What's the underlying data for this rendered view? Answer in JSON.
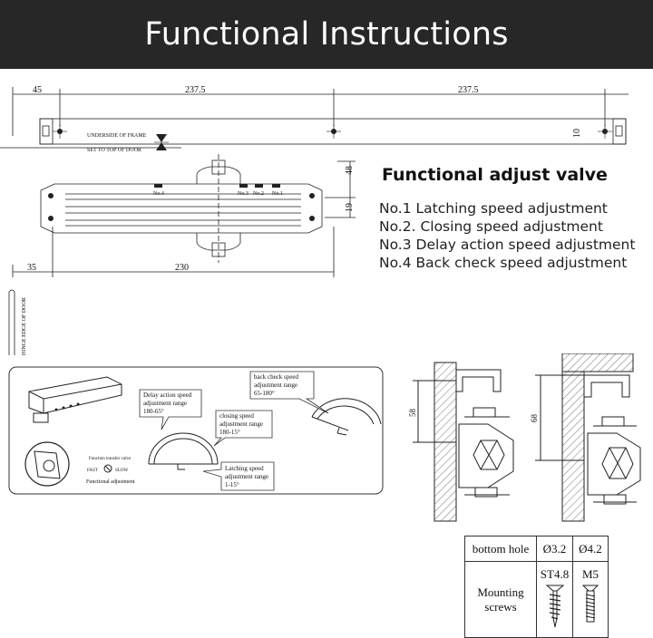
{
  "header": {
    "title": "Functional Instructions"
  },
  "top_drawing": {
    "dim_left": "45",
    "dim_mid": "237.5",
    "dim_right": "237.5",
    "dim_bracket": "10",
    "label_underside": "UNDERSIDE OF FRAME",
    "label_set_top": "SET TO TOP OF DOOR",
    "valve_labels": [
      "No.4",
      "No.3",
      "No.2",
      "No.1"
    ],
    "dim_48": "48",
    "dim_19": "19",
    "dim_35": "35",
    "dim_230": "230",
    "hinge_label": "HINGE EDGE OF DOOR"
  },
  "valve_panel": {
    "title": "Functional adjust valve",
    "items": [
      "No.1 Latching speed adjustment",
      "No.2. Closing speed adjustment",
      "No.3 Delay action speed adjustment",
      "No.4 Back check speed adjustment"
    ]
  },
  "adjust_panel": {
    "callout_delay": [
      "Delay action speed",
      "adjustment range",
      "180-65°"
    ],
    "callout_closing": [
      "closing speed",
      "adjustment range",
      "180-15°"
    ],
    "callout_latching": [
      "Latching speed",
      "adjustment range",
      "1-15°"
    ],
    "callout_backcheck": [
      "back check speed",
      "adjustment range",
      "65-180°"
    ],
    "valve_caption": "Function transfer valve",
    "fast_label": "FAST",
    "slow_label": "SLOW",
    "functional_adjustment": "Functional adjustment"
  },
  "mounting_views": {
    "dim_left": "58",
    "dim_right": "68"
  },
  "holes_table": {
    "bottom_hole": "bottom hole",
    "d1": "Ø3.2",
    "d2": "Ø4.2",
    "mounting": "Mounting",
    "screws": "screws",
    "s1": "ST4.8",
    "s2": "M5"
  }
}
